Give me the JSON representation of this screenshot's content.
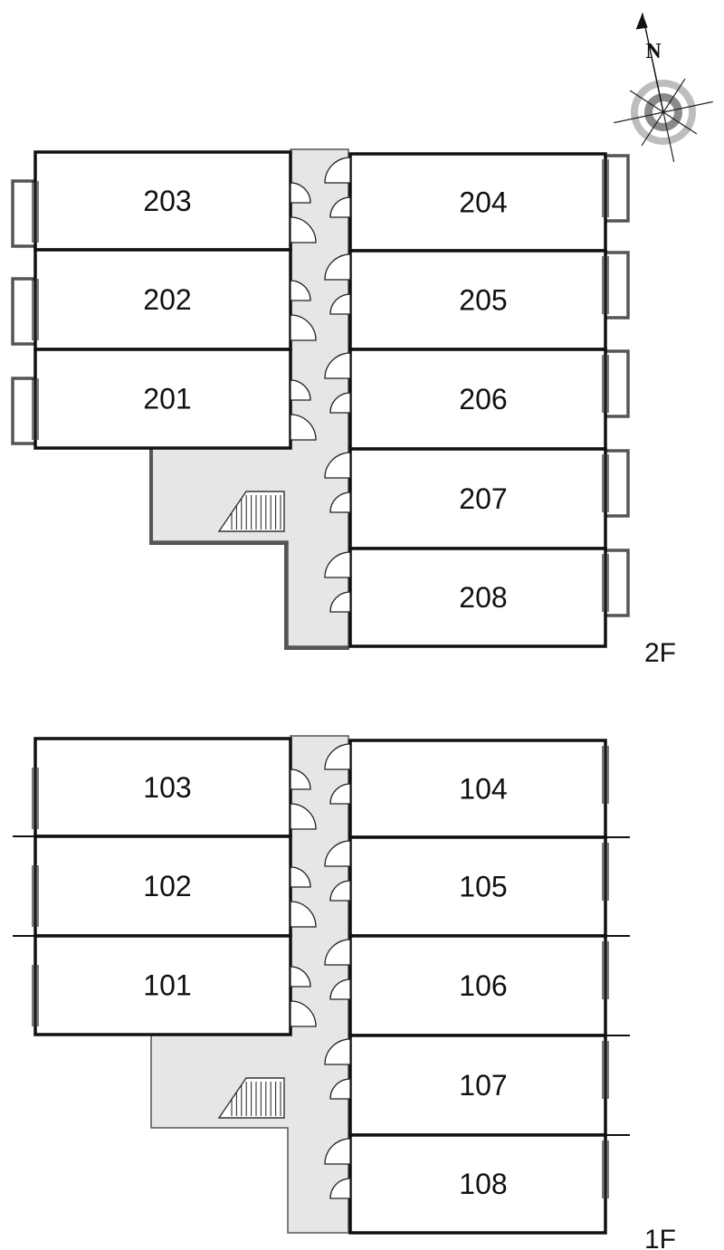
{
  "compass": {
    "label": "N",
    "icon": "compass-rose-icon"
  },
  "floors": [
    {
      "label": "2F",
      "rooms": [
        "203",
        "202",
        "201",
        "204",
        "205",
        "206",
        "207",
        "208"
      ]
    },
    {
      "label": "1F",
      "rooms": [
        "103",
        "102",
        "101",
        "104",
        "105",
        "106",
        "107",
        "108"
      ]
    }
  ],
  "colors": {
    "corridor": "#e6e6e6",
    "wall": "#111111",
    "balcony": "#555555"
  }
}
